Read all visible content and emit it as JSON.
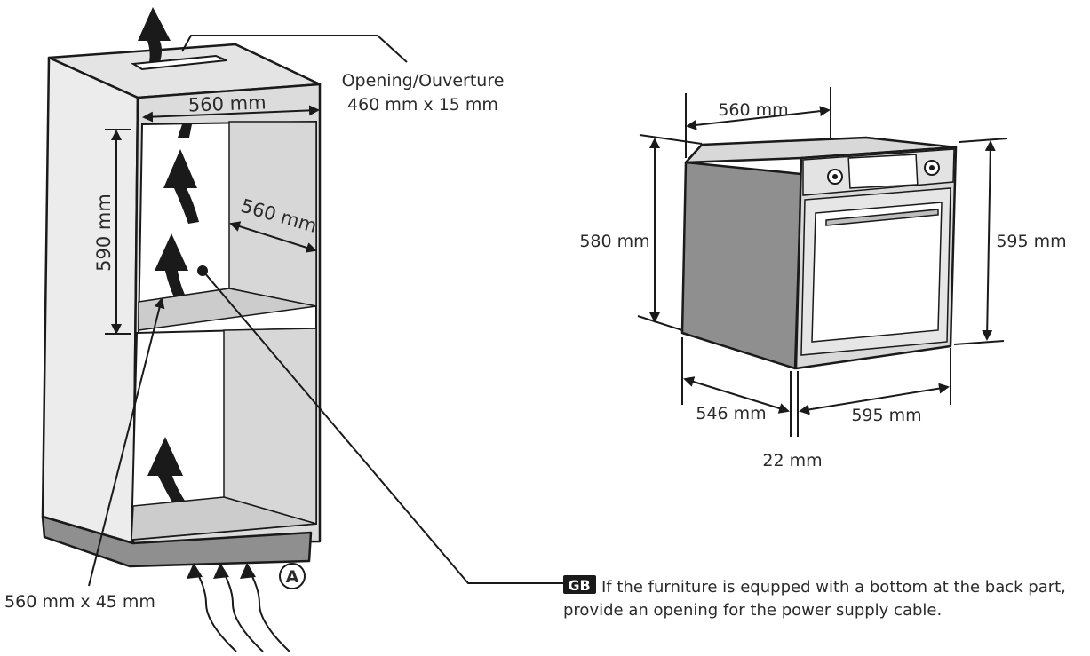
{
  "cabinet": {
    "opening_label_line1": "Opening/Ouverture",
    "opening_label_line2": "460 mm x 15 mm",
    "width_top": "560 mm",
    "depth": "560 mm",
    "height": "590 mm",
    "bottom_opening": "560 mm x 45 mm",
    "marker_letter": "A"
  },
  "oven": {
    "width_top": "560 mm",
    "height_body": "580 mm",
    "height_front": "595 mm",
    "depth_body": "546 mm",
    "width_front": "595 mm",
    "front_thickness": "22 mm"
  },
  "note": {
    "badge": "GB",
    "line1": "If the furniture is equpped with a bottom at the back part,",
    "line2": "provide an opening for the power supply cable."
  },
  "colors": {
    "panel_light": "#e9e9e9",
    "panel_mid": "#d4d4d4",
    "panel_dark": "#8f8f8f",
    "ink": "#1a1a1a"
  }
}
